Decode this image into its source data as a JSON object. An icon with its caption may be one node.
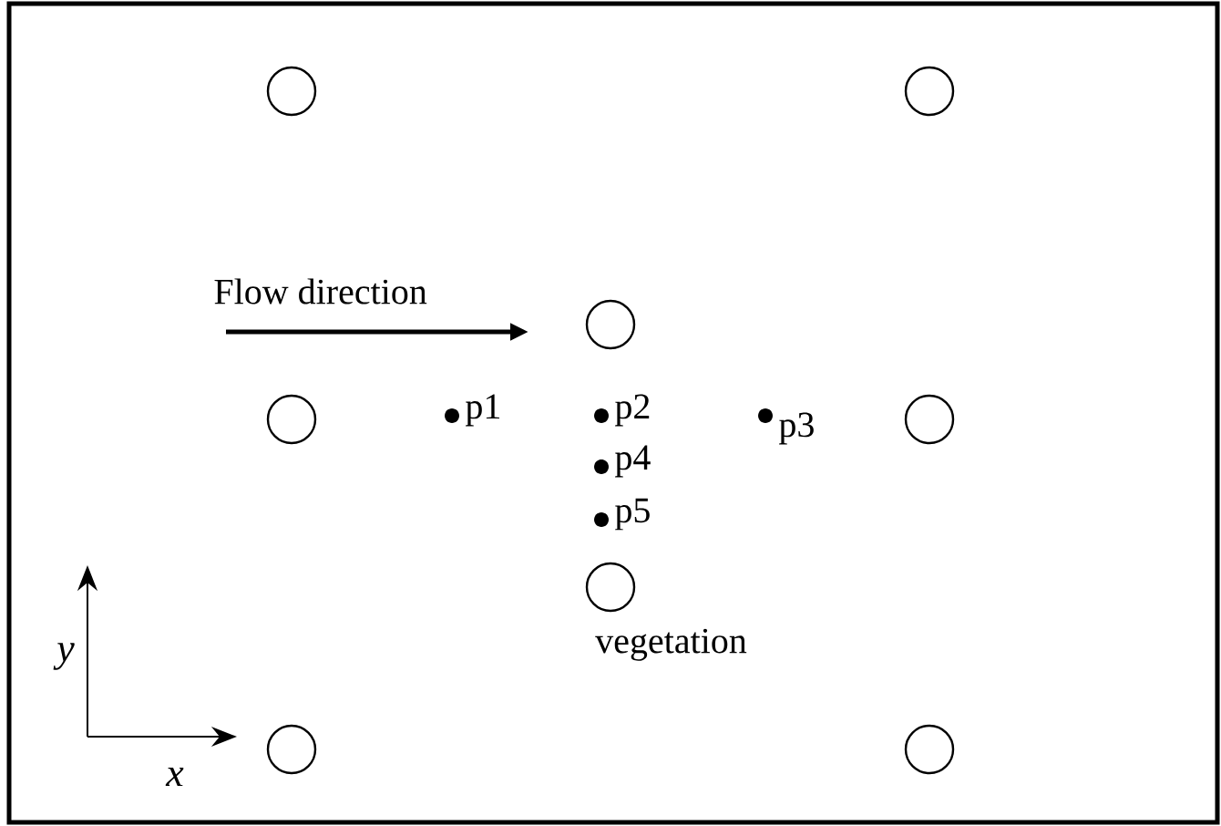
{
  "diagram": {
    "nodes": [
      {
        "text": [],
        "shape": "circle"
      },
      {
        "text": [],
        "shape": "circle"
      },
      {
        "text": [],
        "shape": "circle"
      },
      {
        "text": [],
        "shape": "circle"
      },
      {
        "text": [],
        "shape": "circle"
      },
      {
        "text": [],
        "shape": "circle",
        "beside": [
          "vegetation"
        ]
      },
      {
        "text": [],
        "shape": "circle"
      },
      {
        "text": [],
        "shape": "circle"
      }
    ],
    "edges": [],
    "labels": [
      "Flow direction",
      "p1",
      "p2",
      "p3",
      "p4",
      "p5",
      "y",
      "x"
    ]
  }
}
